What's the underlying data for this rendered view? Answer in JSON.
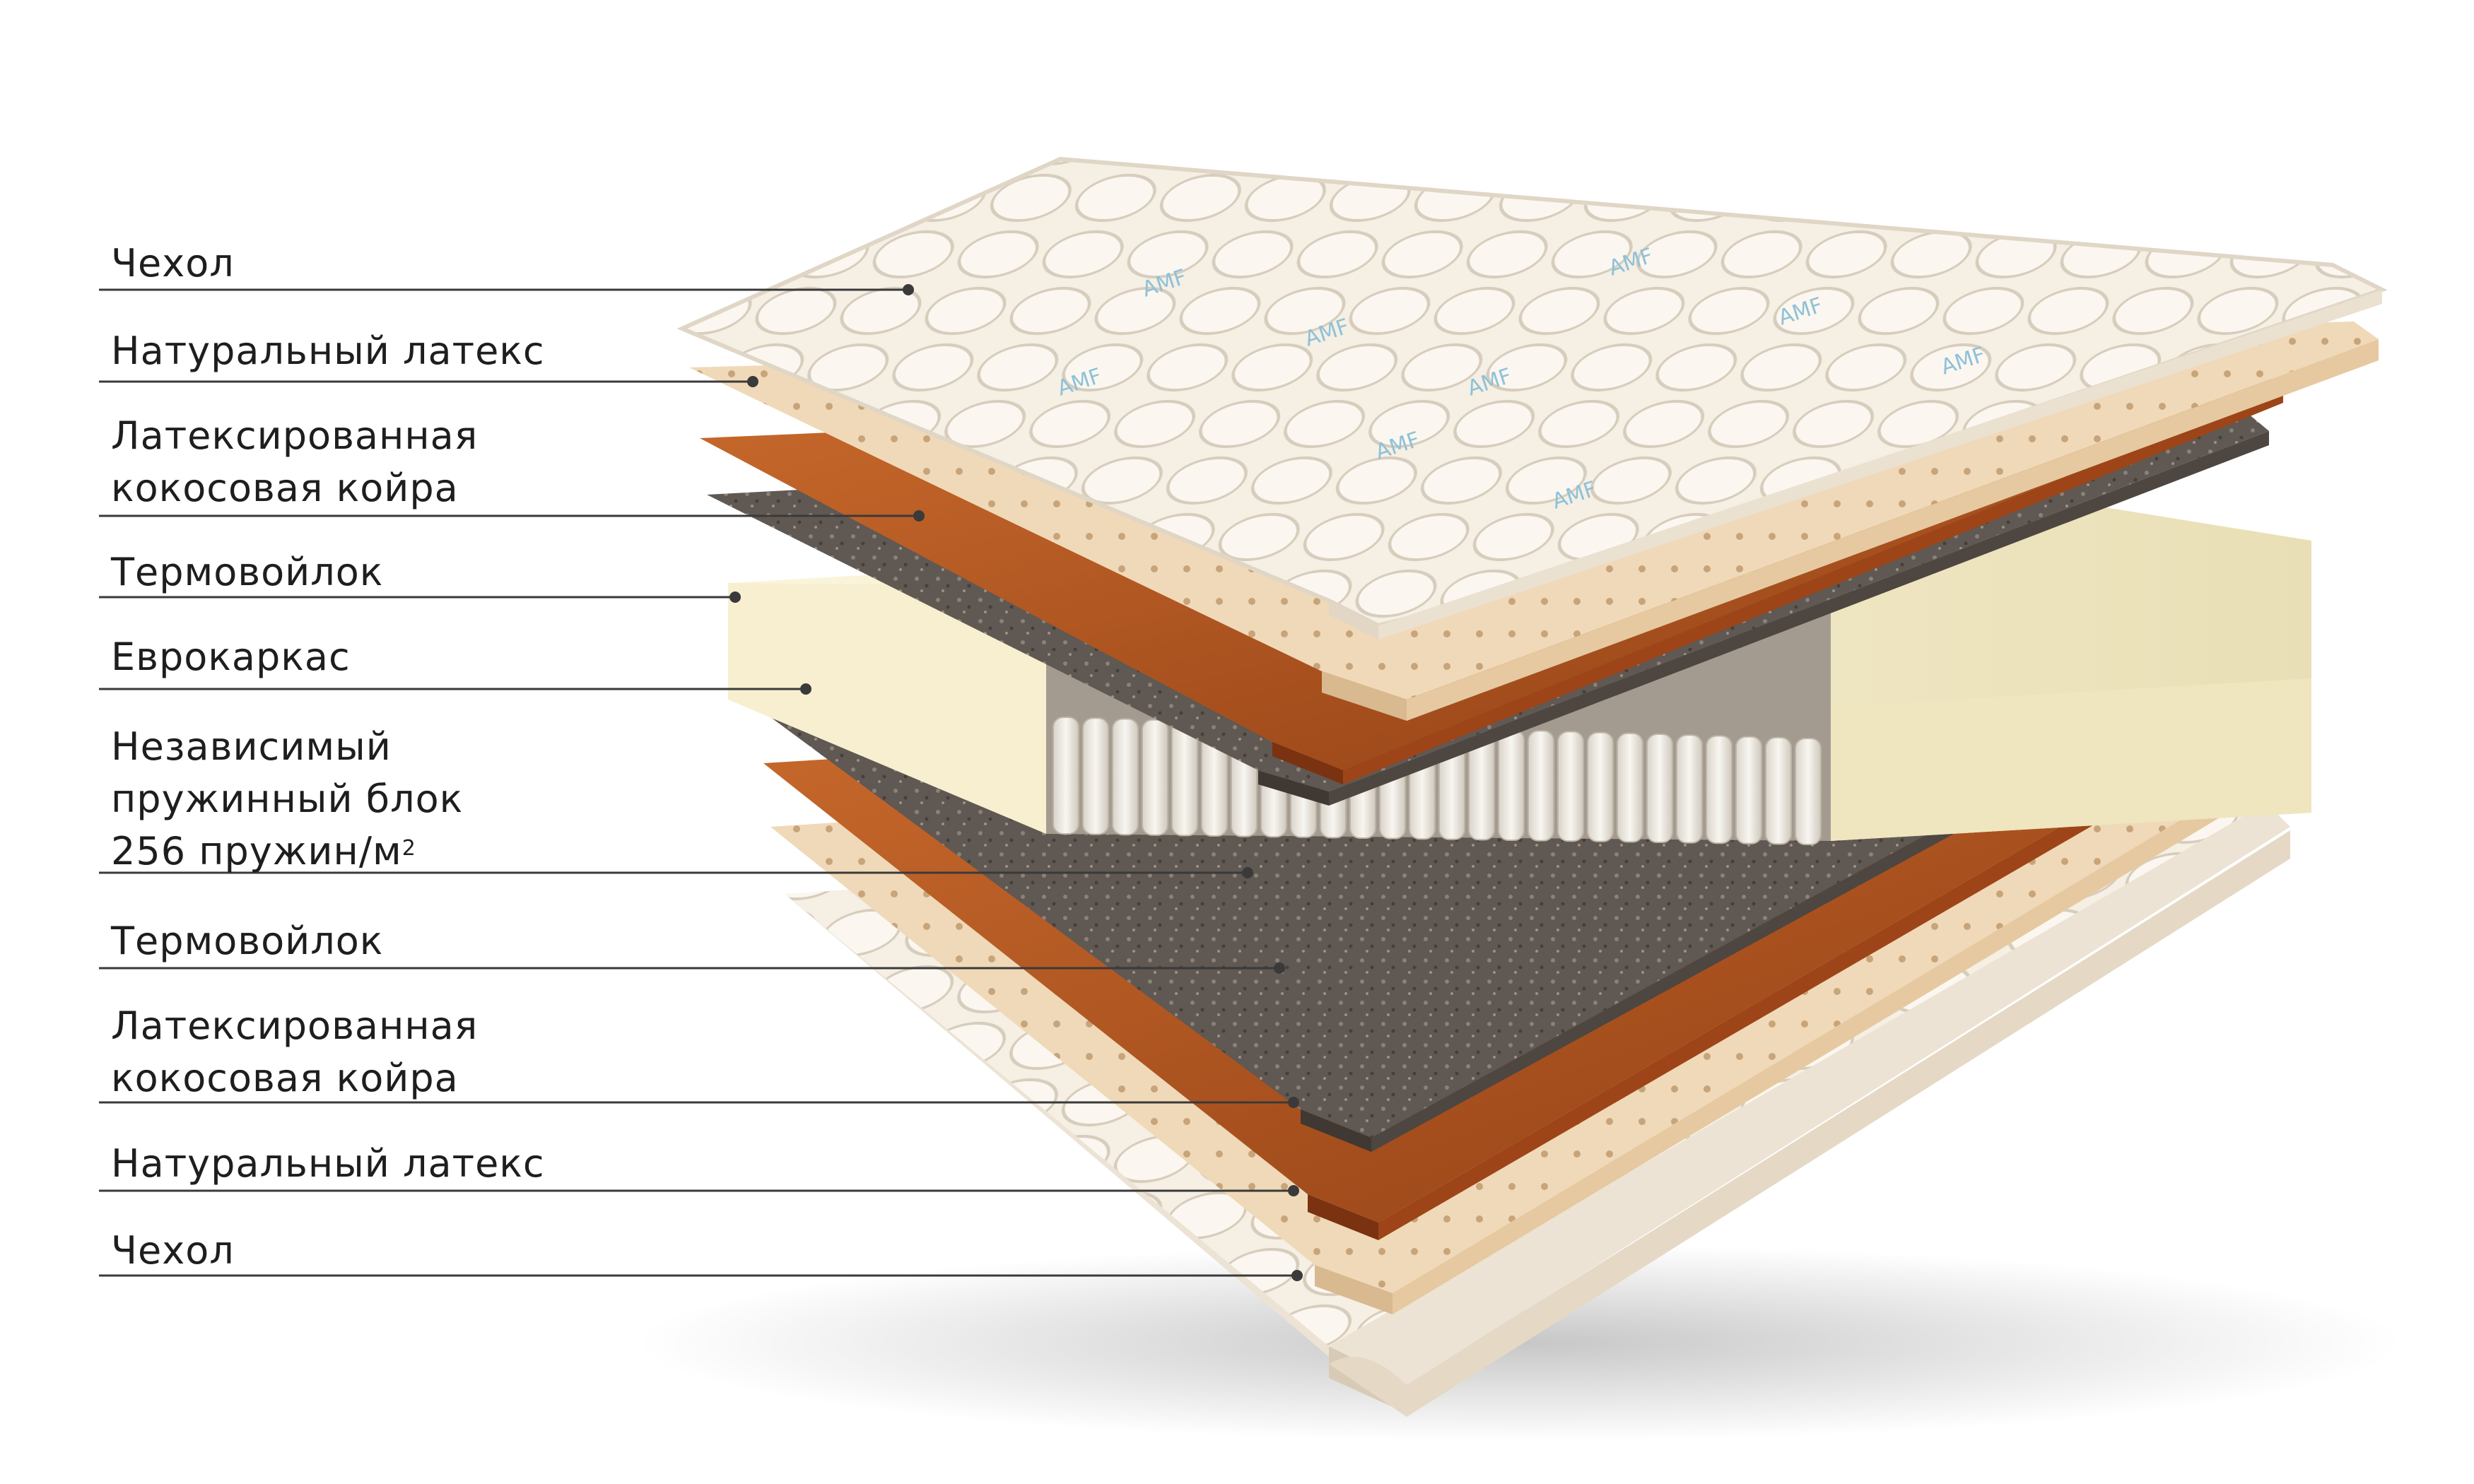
{
  "layers": [
    {
      "lines": [
        "Чехол"
      ]
    },
    {
      "lines": [
        "Натуральный латекс"
      ]
    },
    {
      "lines": [
        "Латексированная",
        "кокосовая койра"
      ]
    },
    {
      "lines": [
        "Термовойлок"
      ]
    },
    {
      "lines": [
        "Еврокаркас"
      ]
    },
    {
      "lines": [
        "Независимый",
        "пружинный блок",
        "256 пружин/м"
      ],
      "superscript": "2"
    },
    {
      "lines": [
        "Термовойлок"
      ]
    },
    {
      "lines": [
        "Латексированная",
        "кокосовая койра"
      ]
    },
    {
      "lines": [
        "Натуральный латекс"
      ]
    },
    {
      "lines": [
        "Чехол"
      ]
    }
  ],
  "brand_mark": "AMF",
  "colors": {
    "text": "#1e1e1e",
    "leader": "#3a3a3a",
    "cover": "#f3ece0",
    "latex": "#f0d9b8",
    "coir": "#b8541f",
    "felt": "#5e5650",
    "frame": "#f4eccb",
    "springs": "#e9e5de"
  }
}
